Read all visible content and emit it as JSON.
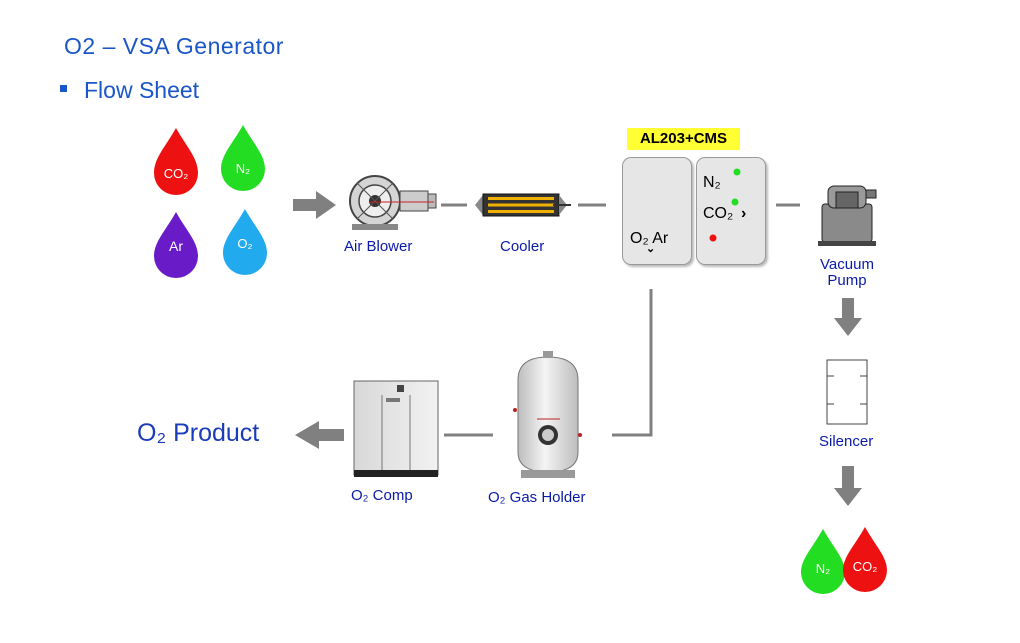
{
  "header": {
    "title": "O2 – VSA  Generator",
    "subtitle": "Flow Sheet"
  },
  "inputs": {
    "co2": "CO₂",
    "n2": "N₂",
    "ar": "Ar",
    "o2": "O₂"
  },
  "equipment": {
    "air_blower": "Air Blower",
    "cooler": "Cooler",
    "adsorbent": "AL203+CMS",
    "vacuum_pump_line1": "Vacuum",
    "vacuum_pump_line2": "Pump",
    "silencer": "Silencer",
    "gas_holder": "O₂  Gas Holder",
    "comp": "O₂  Comp"
  },
  "adsorber": {
    "left_text": "O₂ Ar",
    "right_n2": "N₂",
    "right_co2": "CO₂"
  },
  "product": "O₂  Product",
  "outputs": {
    "n2": "N₂",
    "co2": "CO₂"
  },
  "colors": {
    "co2": "#ee1111",
    "n2": "#22dd22",
    "ar": "#6a1bc8",
    "o2": "#22aaee",
    "title": "#1a56c8",
    "label": "#0a1aa8",
    "arrow": "#808080"
  }
}
